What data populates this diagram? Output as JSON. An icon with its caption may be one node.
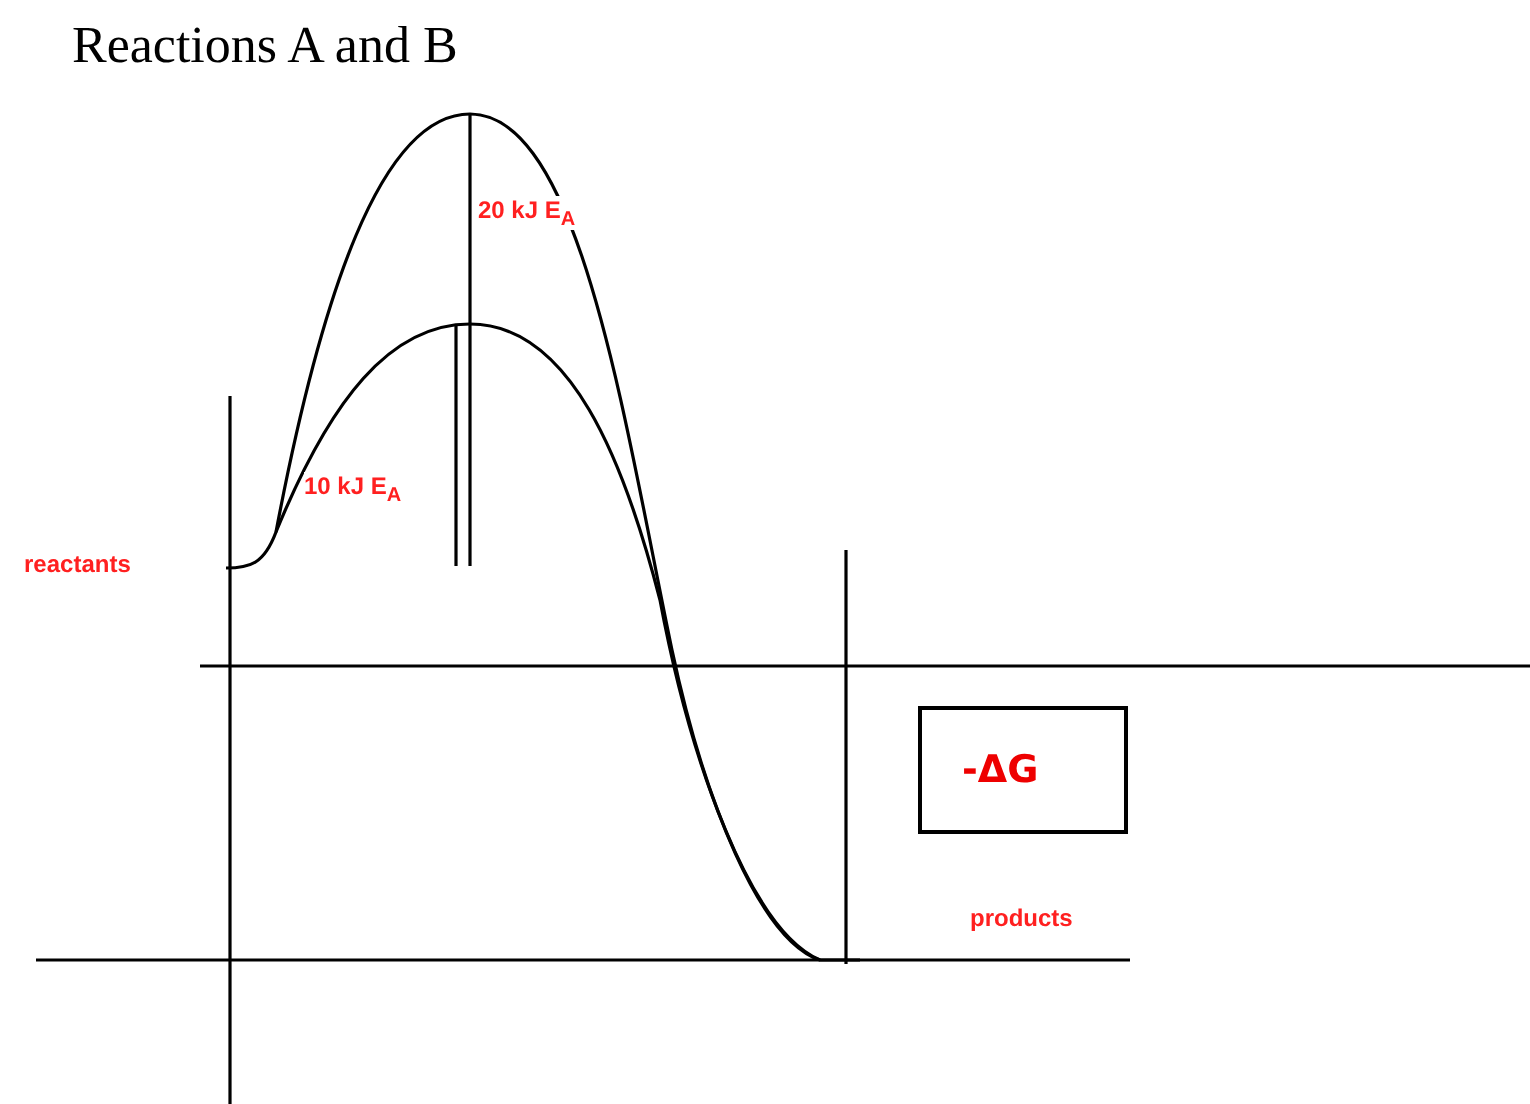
{
  "diagram": {
    "title": "Reactions A and B",
    "nodes": [
      {
        "text": [
          "-ΔG"
        ]
      }
    ],
    "labels": [
      "20 kJ E$_{A}$",
      "10 kJ E$_{A}$",
      "reactants",
      "products"
    ]
  }
}
